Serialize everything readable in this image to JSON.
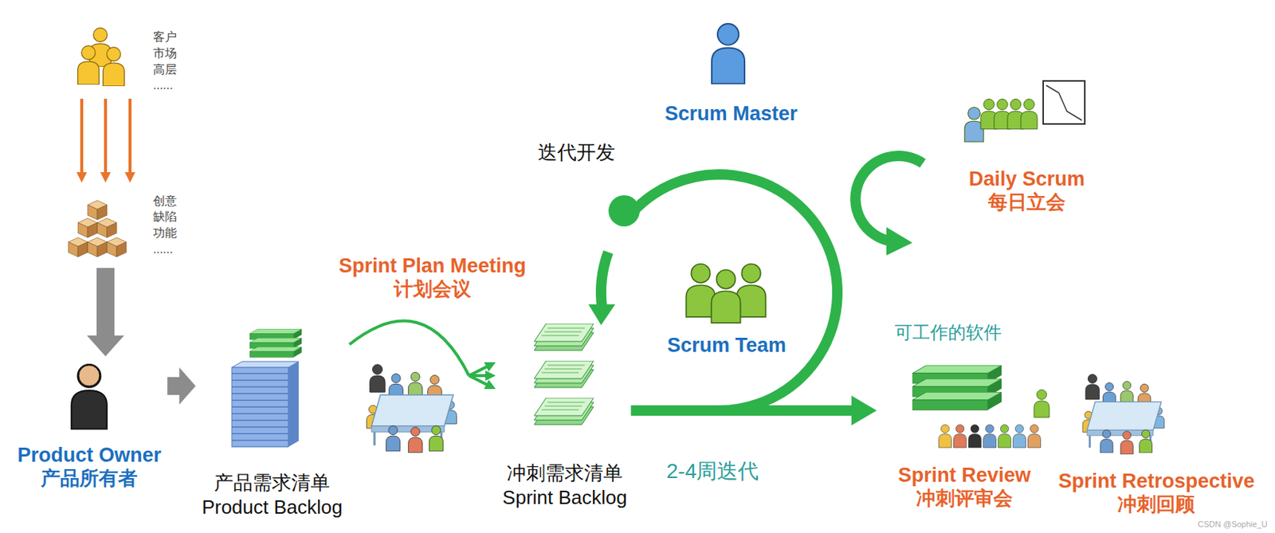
{
  "diagram": {
    "nodes": [
      {
        "text": [
          "客户 市场 高层 ......"
        ]
      },
      {
        "text": [
          "创意 缺陷 功能 ......"
        ]
      },
      {
        "text": [
          "Product Owner",
          "产品所有者"
        ]
      },
      {
        "text": [
          "产品需求清单",
          "Product Backlog"
        ]
      },
      {
        "text": [
          "Sprint Plan Meeting",
          "计划会议"
        ]
      },
      {
        "text": [
          "冲刺需求清单",
          "Sprint Backlog"
        ]
      },
      {
        "text": [
          "Scrum Master"
        ]
      },
      {
        "text": [
          "Scrum Team"
        ]
      },
      {
        "text": [
          "Daily Scrum",
          "每日立会"
        ]
      },
      {
        "text": [
          "Sprint Review",
          "冲刺评审会"
        ]
      },
      {
        "text": [
          "Sprint Retrospective",
          "冲刺回顾"
        ]
      }
    ],
    "edges": [
      {
        "from": 0,
        "to": 1,
        "arrow": "to"
      },
      {
        "from": 1,
        "to": 2,
        "arrow": "to"
      },
      {
        "from": 2,
        "to": 3,
        "arrow": "to"
      },
      {
        "from": 3,
        "to": 5,
        "arrow": "to"
      },
      {
        "from": 5,
        "to": 9,
        "arrow": "to"
      }
    ],
    "labels": [
      "迭代开发",
      "2-4周迭代",
      "可工作的软件",
      "CSDN @Sophie_U"
    ]
  }
}
